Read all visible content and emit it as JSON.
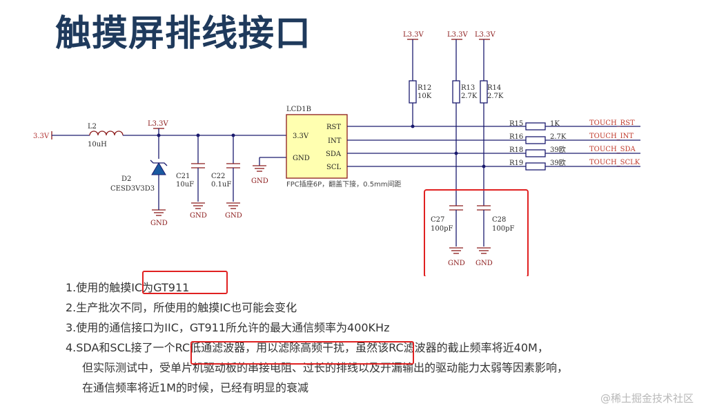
{
  "title": "触摸屏排线接口",
  "schematic": {
    "rails": {
      "v33": "3.3V",
      "l33": "L3.3V",
      "gnd": "GND"
    },
    "inductor": {
      "ref": "L2",
      "value": "10uH"
    },
    "diode": {
      "ref": "D2",
      "value": "CESD3V3D3"
    },
    "caps": [
      {
        "ref": "C21",
        "value": "10uF"
      },
      {
        "ref": "C22",
        "value": "0.1uF"
      },
      {
        "ref": "C27",
        "value": "100pF"
      },
      {
        "ref": "C28",
        "value": "100pF"
      }
    ],
    "pullups": [
      {
        "ref": "R12",
        "value": "10K"
      },
      {
        "ref": "R13",
        "value": "2.7K"
      },
      {
        "ref": "R14",
        "value": "2.7K"
      }
    ],
    "series": [
      {
        "ref": "R15",
        "value": "1K",
        "net": "TOUCH_RST"
      },
      {
        "ref": "R16",
        "value": "2.7K",
        "net": "TOUCH_INT"
      },
      {
        "ref": "R18",
        "value": "39欧",
        "net": "TOUCH_SDA"
      },
      {
        "ref": "R19",
        "value": "39欧",
        "net": "TOUCH_SCLK"
      }
    ],
    "connector": {
      "ref": "LCD1B",
      "pins": [
        "3.3V",
        "GND",
        "RST",
        "INT",
        "SDA",
        "SCL"
      ],
      "note": "FPC插座6P，翻盖下接，0.5mm间距"
    }
  },
  "notes": {
    "n1a": "1.使用的触摸",
    "n1b": "IC为GT911",
    "n2": "2.生产批次不同，所使用的触摸IC也可能会变化",
    "n3": "3.使用的通信接口为IIC，GT911所允许的最大通信频率为400KHz",
    "n4a": "4.SDA和SCL接了一个",
    "n4b": "RC低通滤波器，用以滤除高频干扰，",
    "n4c": "虽然该RC滤波器的截止频率将近40M，",
    "n4d": "但实际测试中，受单片机驱动板的串接电阻、过长的排线以及开漏输出的驱动能力太弱等因素影响，",
    "n4e": "在通信频率将近1M的时候，已经有明显的衰减"
  },
  "watermark": "@稀土掘金技术社区",
  "colors": {
    "title": "#1f3a5c",
    "highlight": "#e02020",
    "net": "#c0392b",
    "wire": "#1a1a6e"
  }
}
